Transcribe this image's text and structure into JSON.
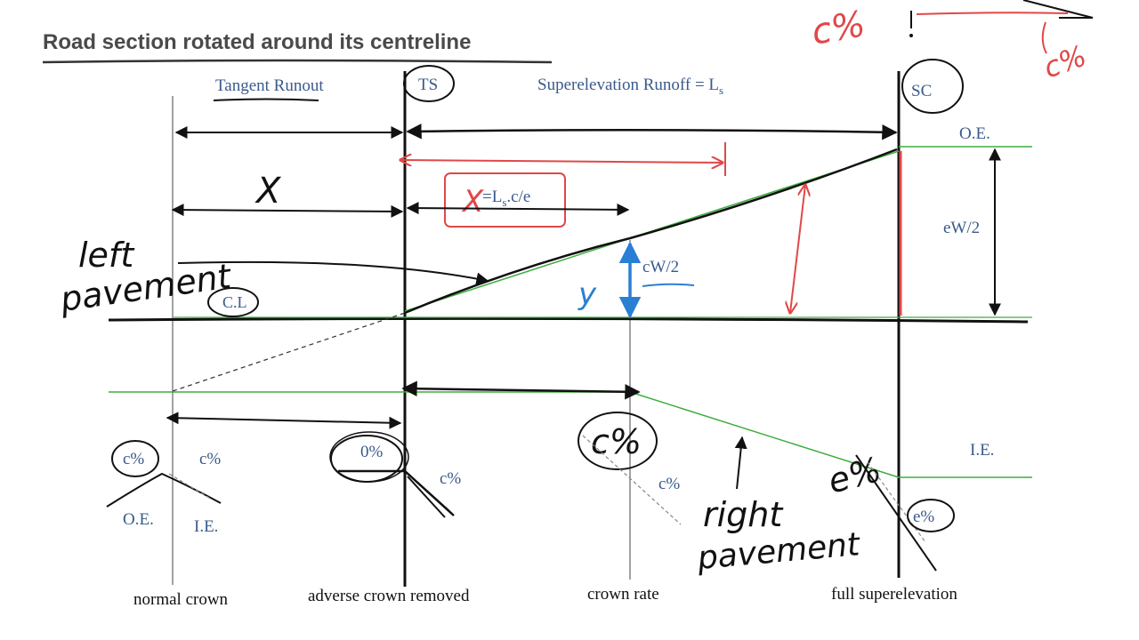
{
  "title": "Road section rotated around its centreline",
  "labels": {
    "tangent_runout": "Tangent Runout",
    "ts": "TS",
    "superelevation_runoff": "Superelevation Runoff = L",
    "superelevation_runoff_sub": "s",
    "sc": "SC",
    "oe_right": "O.E.",
    "ie_right": "I.E.",
    "ew2": "eW/2",
    "cw2": "cW/2",
    "cl": "C.L",
    "x_formula": "=L",
    "x_formula_sub": "s",
    "x_formula_rest": ".c/e"
  },
  "cross_sections": {
    "normal_crown": {
      "left_slope": "c%",
      "right_slope": "c%",
      "left_edge": "O.E.",
      "right_edge": "I.E."
    },
    "adverse_removed": {
      "left_slope": "0%",
      "right_slope": "c%"
    },
    "crown_rate": {
      "slope": "c%"
    },
    "full_super": {
      "slope": "e%"
    }
  },
  "bottom_labels": {
    "normal_crown": "normal crown",
    "adverse_removed": "adverse crown removed",
    "crown_rate": "crown rate",
    "full_super": "full superelevation"
  },
  "handwriting": {
    "x_black": "X",
    "x_red": "X",
    "left_pavement_1": "left",
    "left_pavement_2": "pavement",
    "right_pavement_1": "right",
    "right_pavement_2": "pavement",
    "y": "y",
    "c_percent_big": "c%",
    "e_percent_big": "e%",
    "c_percent_topleft": "c%",
    "c_percent_topright": "c%"
  },
  "colors": {
    "green": "#3fae3f",
    "red": "#e04848",
    "blue": "#2a7fd4",
    "label": "#3a5a8c",
    "ink": "#111111"
  }
}
